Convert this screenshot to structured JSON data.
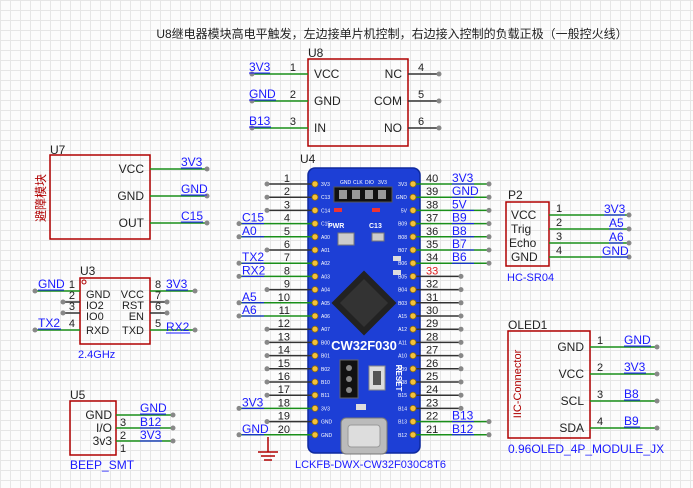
{
  "note": "U8继电器模块高电平触发，左边接单片机控制，右边接入控制的负载正极（一般控火线）",
  "colors": {
    "wire": "#1a8f1a",
    "net": "#1a1aff",
    "outline": "#b00000",
    "body": "#1d3fd6",
    "dark": "#333333",
    "pin_dot": "#888888"
  },
  "u8": {
    "designator": "U8",
    "left_pins": [
      {
        "num": "1",
        "name": "VCC",
        "net": "3V3"
      },
      {
        "num": "2",
        "name": "GND",
        "net": "GND"
      },
      {
        "num": "3",
        "name": "IN",
        "net": "B13"
      }
    ],
    "right_pins": [
      {
        "num": "4",
        "name": "NC"
      },
      {
        "num": "5",
        "name": "COM"
      },
      {
        "num": "6",
        "name": "NO"
      }
    ]
  },
  "u7": {
    "designator": "U7",
    "body_label": "避障模块",
    "pins": [
      {
        "name": "VCC",
        "net": "3V3"
      },
      {
        "name": "GND",
        "net": "GND"
      },
      {
        "name": "OUT",
        "net": "C15"
      }
    ]
  },
  "u3": {
    "designator": "U3",
    "value": "2.4GHz",
    "left_pins": [
      {
        "num": "1",
        "name": "GND",
        "net": "GND"
      },
      {
        "num": "2",
        "name": "IO2",
        "net": ""
      },
      {
        "num": "3",
        "name": "IO0",
        "net": ""
      },
      {
        "num": "4",
        "name": "RXD",
        "net": "TX2"
      }
    ],
    "right_pins": [
      {
        "num": "8",
        "name": "VCC",
        "net": "3V3"
      },
      {
        "num": "7",
        "name": "RST",
        "net": ""
      },
      {
        "num": "6",
        "name": "EN",
        "net": ""
      },
      {
        "num": "5",
        "name": "TXD",
        "net": "RX2"
      }
    ]
  },
  "u5": {
    "designator": "U5",
    "value": "BEEP_SMT",
    "pins": [
      {
        "num": "3",
        "name": "GND",
        "net": "GND"
      },
      {
        "num": "2",
        "name": "I/O",
        "net": "B12"
      },
      {
        "num": "1",
        "name": "3v3",
        "net": "3V3"
      }
    ]
  },
  "u4": {
    "designator": "U4",
    "value": "LCKFB-DWX-CW32F030C8T6",
    "board_title": "CW32F030",
    "reset_label": "RESET",
    "pwr_label": "PWR",
    "c13_label": "C13",
    "header_labels": [
      "GND",
      "CLK",
      "DIO",
      "3V3"
    ],
    "left_pins": [
      {
        "num": "1",
        "silk": "3V3",
        "net": ""
      },
      {
        "num": "2",
        "silk": "C13",
        "net": ""
      },
      {
        "num": "3",
        "silk": "C14",
        "net": ""
      },
      {
        "num": "4",
        "silk": "C15",
        "net": "C15"
      },
      {
        "num": "5",
        "silk": "A00",
        "net": "A0"
      },
      {
        "num": "6",
        "silk": "A01",
        "net": ""
      },
      {
        "num": "7",
        "silk": "A02",
        "net": "TX2"
      },
      {
        "num": "8",
        "silk": "A03",
        "net": "RX2"
      },
      {
        "num": "9",
        "silk": "A04",
        "net": ""
      },
      {
        "num": "10",
        "silk": "A05",
        "net": "A5"
      },
      {
        "num": "11",
        "silk": "A06",
        "net": "A6"
      },
      {
        "num": "12",
        "silk": "A07",
        "net": ""
      },
      {
        "num": "13",
        "silk": "B00",
        "net": ""
      },
      {
        "num": "14",
        "silk": "B01",
        "net": ""
      },
      {
        "num": "15",
        "silk": "B02",
        "net": ""
      },
      {
        "num": "16",
        "silk": "B10",
        "net": ""
      },
      {
        "num": "17",
        "silk": "B11",
        "net": ""
      },
      {
        "num": "18",
        "silk": "3V3",
        "net": "3V3"
      },
      {
        "num": "19",
        "silk": "GND",
        "net": ""
      },
      {
        "num": "20",
        "silk": "GND",
        "net": "GND"
      }
    ],
    "right_pins": [
      {
        "num": "40",
        "silk": "3V3",
        "net": "3V3"
      },
      {
        "num": "39",
        "silk": "GND",
        "net": "GND"
      },
      {
        "num": "38",
        "silk": "5V",
        "net": "5V"
      },
      {
        "num": "37",
        "silk": "B09",
        "net": "B9"
      },
      {
        "num": "36",
        "silk": "B08",
        "net": "B8"
      },
      {
        "num": "35",
        "silk": "B07",
        "net": "B7"
      },
      {
        "num": "34",
        "silk": "B06",
        "net": "B6"
      },
      {
        "num": "33",
        "silk": "B05",
        "net": ""
      },
      {
        "num": "32",
        "silk": "B04",
        "net": ""
      },
      {
        "num": "31",
        "silk": "B03",
        "net": ""
      },
      {
        "num": "30",
        "silk": "A15",
        "net": ""
      },
      {
        "num": "29",
        "silk": "A12",
        "net": ""
      },
      {
        "num": "28",
        "silk": "A11",
        "net": ""
      },
      {
        "num": "27",
        "silk": "A10",
        "net": ""
      },
      {
        "num": "26",
        "silk": "A09",
        "net": ""
      },
      {
        "num": "25",
        "silk": "A08",
        "net": ""
      },
      {
        "num": "24",
        "silk": "B15",
        "net": ""
      },
      {
        "num": "23",
        "silk": "B14",
        "net": ""
      },
      {
        "num": "22",
        "silk": "B13",
        "net": "B13"
      },
      {
        "num": "21",
        "silk": "B12",
        "net": "B12"
      }
    ]
  },
  "p2": {
    "designator": "P2",
    "value": "HC-SR04",
    "pins": [
      {
        "num": "1",
        "name": "VCC",
        "net": "3V3"
      },
      {
        "num": "2",
        "name": "Trig",
        "net": "A5"
      },
      {
        "num": "3",
        "name": "Echo",
        "net": "A6"
      },
      {
        "num": "4",
        "name": "GND",
        "net": "GND"
      }
    ]
  },
  "oled1": {
    "designator": "OLED1",
    "value": "0.96OLED_4P_MODULE_JX",
    "body_label": "IIC-Connector",
    "pins": [
      {
        "num": "1",
        "name": "GND",
        "net": "GND"
      },
      {
        "num": "2",
        "name": "VCC",
        "net": "3V3"
      },
      {
        "num": "3",
        "name": "SCL",
        "net": "B8"
      },
      {
        "num": "4",
        "name": "SDA",
        "net": "B9"
      }
    ]
  }
}
